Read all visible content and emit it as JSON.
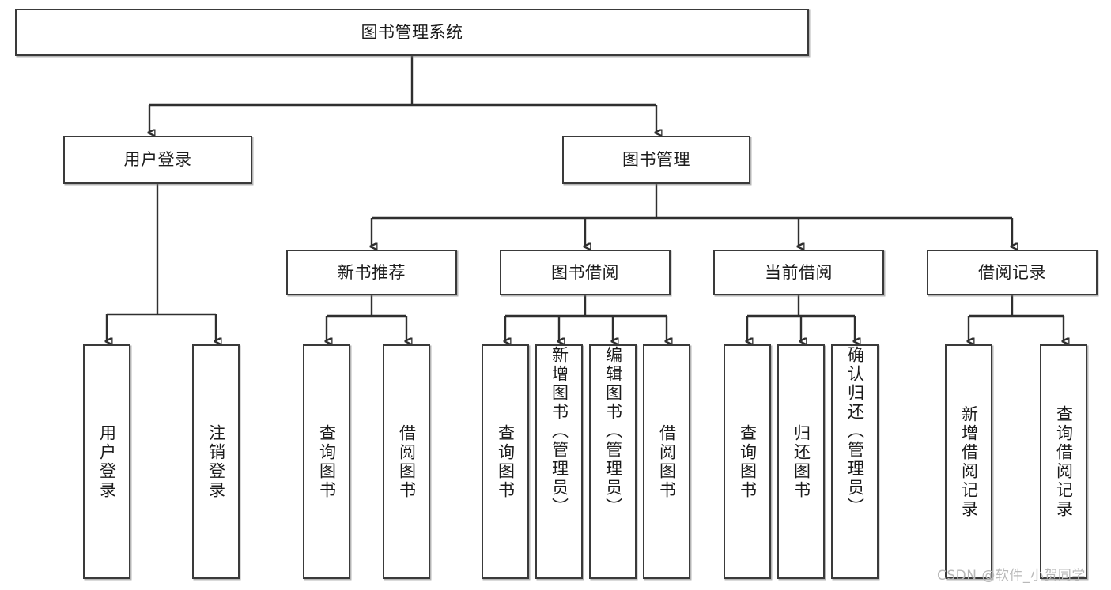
{
  "diagram": {
    "type": "tree",
    "title": "图书管理系统",
    "watermark": "CSDN @软件_小贺同学",
    "colors": {
      "box_border": "#3a3a3a",
      "box_fill": "#ffffff",
      "edge": "#2f2f2f",
      "text": "#1b1b1b",
      "watermark": "#b9b9b9"
    },
    "root": {
      "label": "图书管理系统"
    },
    "level2": [
      {
        "label": "用户登录"
      },
      {
        "label": "图书管理"
      }
    ],
    "level3": [
      {
        "label": "新书推荐"
      },
      {
        "label": "图书借阅"
      },
      {
        "label": "当前借阅"
      },
      {
        "label": "借阅记录"
      }
    ],
    "leaves": {
      "user_login": [
        {
          "label": "用户登录"
        },
        {
          "label": "注销登录"
        }
      ],
      "new_book_recommend": [
        {
          "label": "查询图书"
        },
        {
          "label": "借阅图书"
        }
      ],
      "book_borrow": [
        {
          "label": "查询图书"
        },
        {
          "label": "新增图书（管理员）"
        },
        {
          "label": "编辑图书（管理员）"
        },
        {
          "label": "借阅图书"
        }
      ],
      "current_borrow": [
        {
          "label": "查询图书"
        },
        {
          "label": "归还图书"
        },
        {
          "label": "确认归还（管理员）"
        }
      ],
      "borrow_record": [
        {
          "label": "新增借阅记录"
        },
        {
          "label": "查询借阅记录"
        }
      ]
    }
  }
}
